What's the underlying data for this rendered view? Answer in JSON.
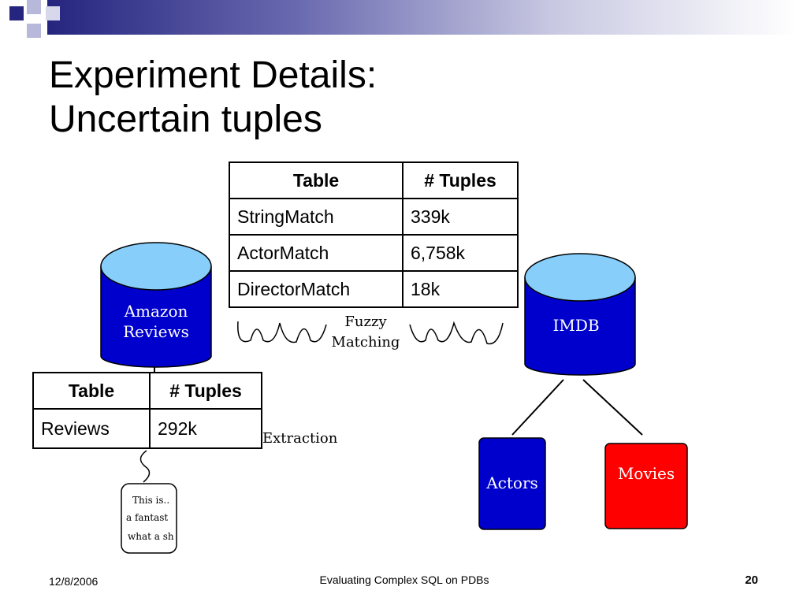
{
  "title": {
    "line1": "Experiment Details:",
    "line2": "Uncertain tuples"
  },
  "uncertain_table": {
    "headers": [
      "Table",
      "# Tuples"
    ],
    "rows": [
      [
        "StringMatch",
        "339k"
      ],
      [
        "ActorMatch",
        "6,758k"
      ],
      [
        "DirectorMatch",
        "18k"
      ]
    ]
  },
  "reviews_table": {
    "headers": [
      "Table",
      "# Tuples"
    ],
    "rows": [
      [
        "Reviews",
        "292k"
      ]
    ]
  },
  "diagram": {
    "amazon_line1": "Amazon",
    "amazon_line2": "Reviews",
    "imdb": "IMDB",
    "actors": "Actors",
    "movies": "Movies",
    "fuzzy_line1": "Fuzzy",
    "fuzzy_line2": "Matching",
    "extraction": "Extraction",
    "note": [
      "This is..",
      "a fantast",
      "what a sh"
    ],
    "colors": {
      "db_fill": "#0000cc",
      "db_top": "#87cefa",
      "movies": "#ff0000"
    }
  },
  "footer": {
    "date": "12/8/2006",
    "center": "Evaluating Complex SQL on PDBs",
    "page": "20"
  }
}
